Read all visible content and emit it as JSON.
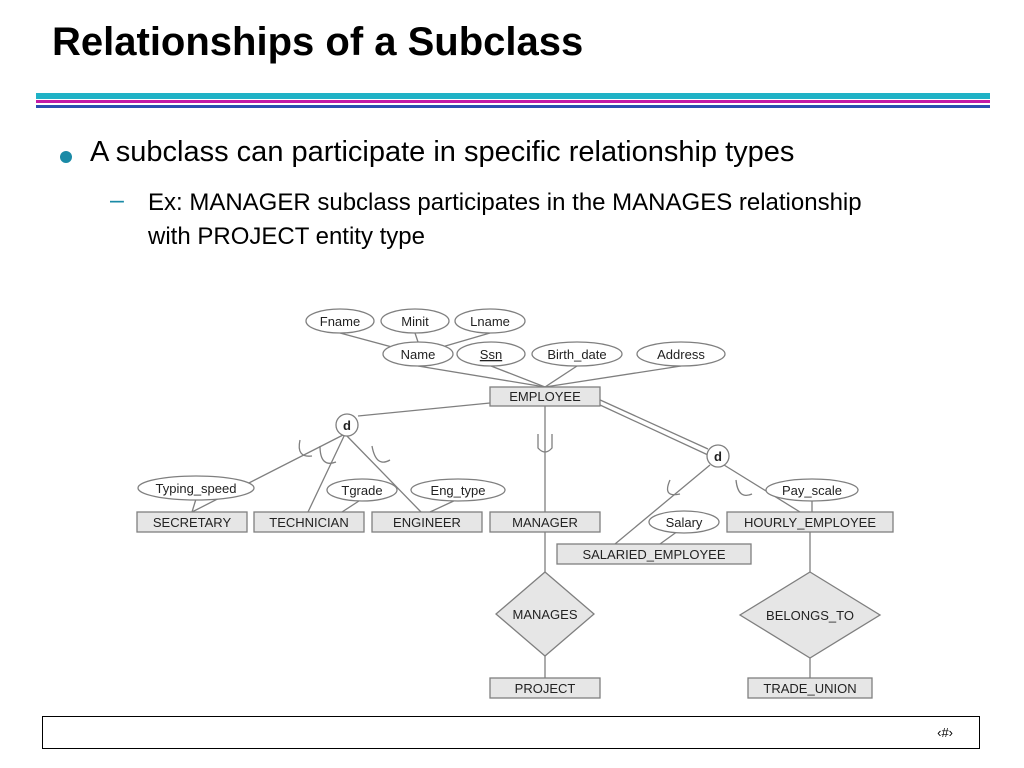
{
  "slide": {
    "title": "Relationships of a Subclass",
    "bullet": "A subclass can participate in specific relationship types",
    "sub_bullet_dash": "–",
    "sub_bullet": "Ex: MANAGER subclass participates in the MANAGES relationship with PROJECT entity type",
    "slide_number": "‹#›"
  },
  "colors": {
    "accent_cyan": "#1fb2c6",
    "accent_magenta": "#c21aa6",
    "bullet": "#1a8aa6",
    "entity_fill": "#e6e6e6",
    "stroke": "#7f7f7f"
  },
  "diagram": {
    "attributes": {
      "fname": "Fname",
      "minit": "Minit",
      "lname": "Lname",
      "name": "Name",
      "ssn": "Ssn",
      "birth_date": "Birth_date",
      "address": "Address",
      "typing_speed": "Typing_speed",
      "tgrade": "Tgrade",
      "eng_type": "Eng_type",
      "salary": "Salary",
      "pay_scale": "Pay_scale"
    },
    "entities": {
      "employee": "EMPLOYEE",
      "secretary": "SECRETARY",
      "technician": "TECHNICIAN",
      "engineer": "ENGINEER",
      "manager": "MANAGER",
      "salaried_employee": "SALARIED_EMPLOYEE",
      "hourly_employee": "HOURLY_EMPLOYEE",
      "project": "PROJECT",
      "trade_union": "TRADE_UNION"
    },
    "relationships": {
      "manages": "MANAGES",
      "belongs_to": "BELONGS_TO"
    },
    "disjointness": {
      "job_type": "d",
      "pay_method": "d"
    }
  }
}
